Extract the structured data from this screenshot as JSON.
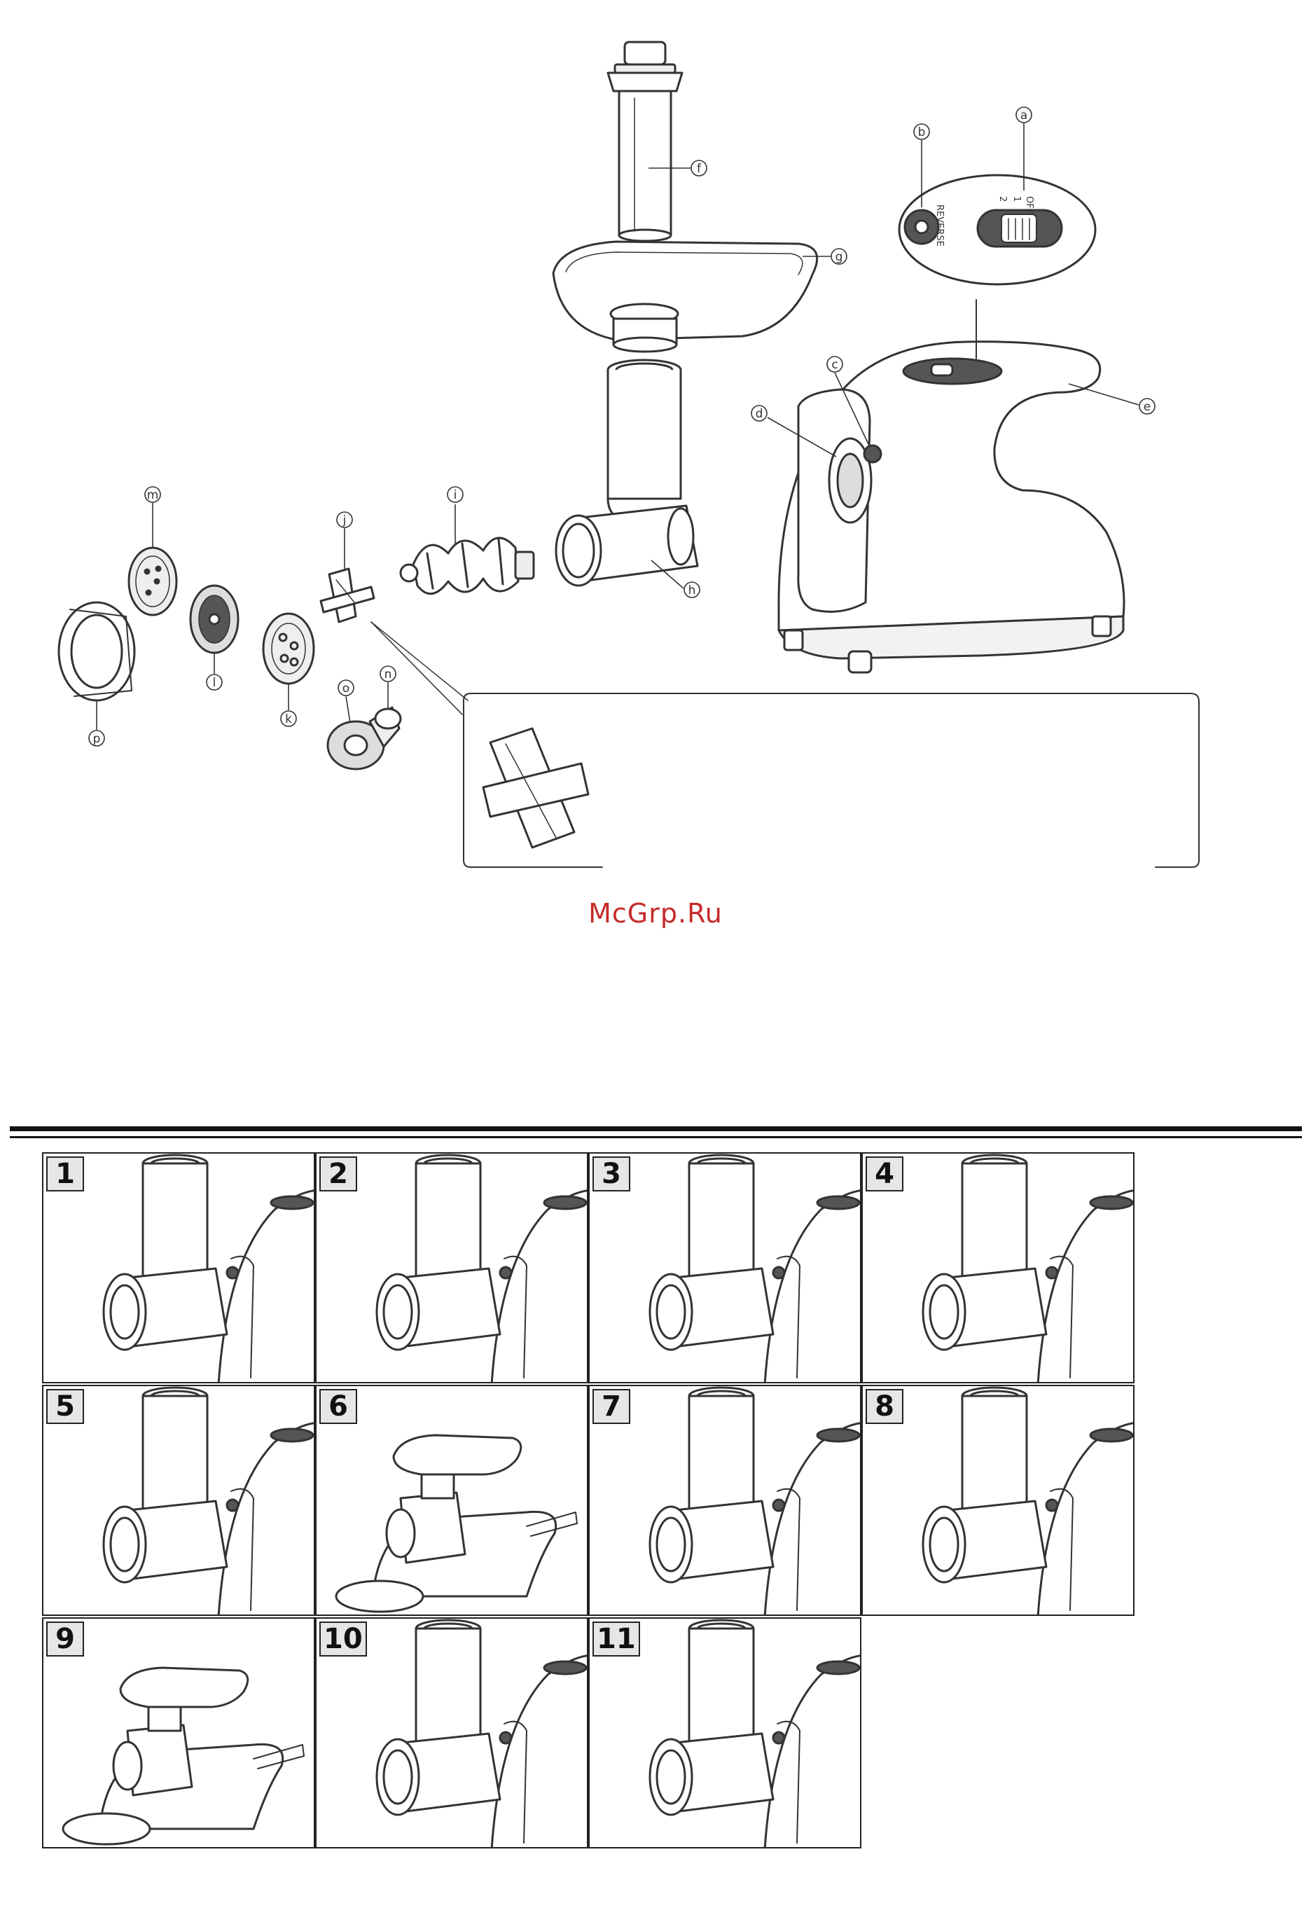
{
  "watermark": "McGrp.Ru",
  "control_panel": {
    "reverse_label": "REVERSE",
    "switch_marks": [
      "2",
      "1",
      "OFF"
    ]
  },
  "part_labels": {
    "a": "a",
    "b": "b",
    "c": "c",
    "d": "d",
    "e": "e",
    "f": "f",
    "g": "g",
    "h": "h",
    "i": "i",
    "j": "j",
    "k": "k",
    "l": "l",
    "m": "m",
    "n": "n",
    "o": "o",
    "p": "p"
  },
  "steps": [
    {
      "number": "1"
    },
    {
      "number": "2"
    },
    {
      "number": "3"
    },
    {
      "number": "4"
    },
    {
      "number": "5"
    },
    {
      "number": "6"
    },
    {
      "number": "7"
    },
    {
      "number": "8"
    },
    {
      "number": "9"
    },
    {
      "number": "10"
    },
    {
      "number": "11"
    }
  ],
  "colors": {
    "line": "#333333",
    "watermark": "#c62a2a"
  }
}
